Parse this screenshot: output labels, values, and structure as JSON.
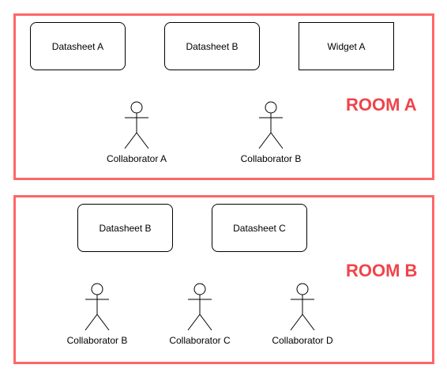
{
  "colors": {
    "room_border": "#ff6666",
    "room_title": "#f0444a",
    "shape_stroke": "#000000",
    "background": "#ffffff"
  },
  "room_a": {
    "title": "ROOM A",
    "items": [
      {
        "label": "Datasheet A",
        "shape": "rounded-rectangle"
      },
      {
        "label": "Datasheet B",
        "shape": "rounded-rectangle"
      },
      {
        "label": "Widget A",
        "shape": "rectangle"
      }
    ],
    "collaborators": [
      {
        "label": "Collaborator A",
        "icon": "actor-icon"
      },
      {
        "label": "Collaborator B",
        "icon": "actor-icon"
      }
    ]
  },
  "room_b": {
    "title": "ROOM B",
    "items": [
      {
        "label": "Datasheet B",
        "shape": "rounded-rectangle"
      },
      {
        "label": "Datasheet C",
        "shape": "rounded-rectangle"
      }
    ],
    "collaborators": [
      {
        "label": "Collaborator B",
        "icon": "actor-icon"
      },
      {
        "label": "Collaborator C",
        "icon": "actor-icon"
      },
      {
        "label": "Collaborator D",
        "icon": "actor-icon"
      }
    ]
  }
}
